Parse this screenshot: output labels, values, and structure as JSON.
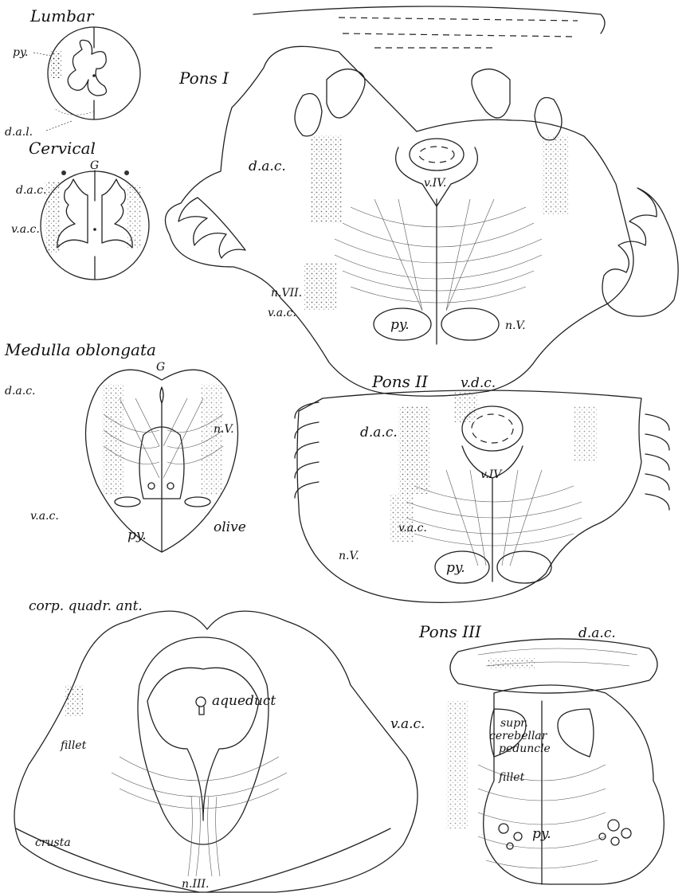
{
  "sections": {
    "lumbar": {
      "title": "Lumbar",
      "py": "py.",
      "dal": "d.a.l."
    },
    "cervical": {
      "title": "Cervical",
      "G": "G",
      "dac": "d.a.c.",
      "vac": "v.a.c."
    },
    "pons1": {
      "title": "Pons I",
      "dac": "d.a.c.",
      "v4": "v.IV.",
      "n7": "n.VII.",
      "vac": "v.a.c.",
      "py": "py.",
      "n5": "n.V."
    },
    "medulla": {
      "title": "Medulla oblongata",
      "G": "G",
      "dac": "d.a.c.",
      "n5": "n.V.",
      "vac": "v.a.c.",
      "py": "py.",
      "olive": "olive"
    },
    "pons2": {
      "title": "Pons II",
      "vdc": "v.d.c.",
      "dac": "d.a.c.",
      "v4": "v.IV",
      "vac": "v.a.c.",
      "n5": "n.V.",
      "py": "py."
    },
    "midbrain": {
      "title": "corp. quadr. ant.",
      "aqueduct": "aqueduct",
      "fillet": "fillet",
      "crusta": "crusta",
      "n3": "n.III."
    },
    "pons3": {
      "title": "Pons III",
      "dac": "d.a.c.",
      "vac": "v.a.c.",
      "scp1": "supr.",
      "scp2": "cerebellar",
      "scp3": "peduncle",
      "fillet": "fillet",
      "py": "py."
    }
  }
}
